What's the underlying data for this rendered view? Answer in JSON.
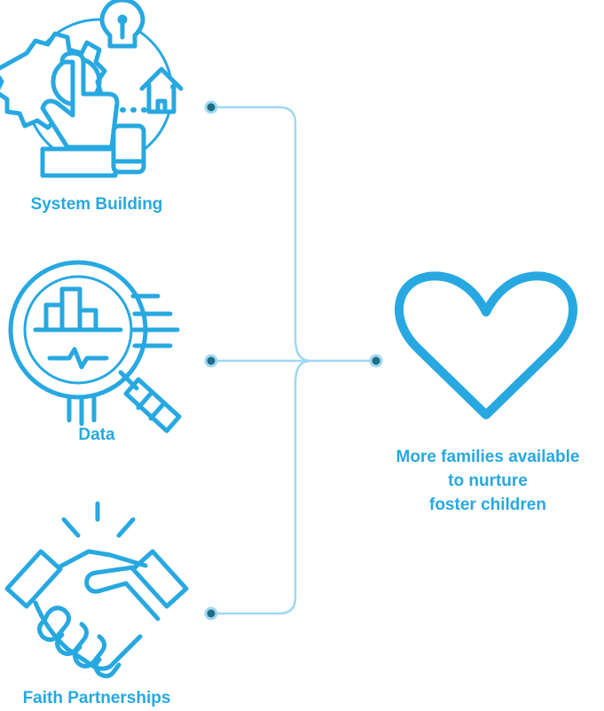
{
  "colors": {
    "accent": "#27a8e1",
    "line": "#9fd8f2",
    "dot_fill": "#1d6e85",
    "background": "#ffffff"
  },
  "inputs": [
    {
      "label": "System Building",
      "icon": "system-building-icon"
    },
    {
      "label": "Data",
      "icon": "data-magnifier-icon"
    },
    {
      "label": "Faith Partnerships",
      "icon": "handshake-icon"
    }
  ],
  "outcome": {
    "icon": "heart-icon",
    "lines": [
      "More families available",
      "to nurture",
      "foster children"
    ]
  }
}
